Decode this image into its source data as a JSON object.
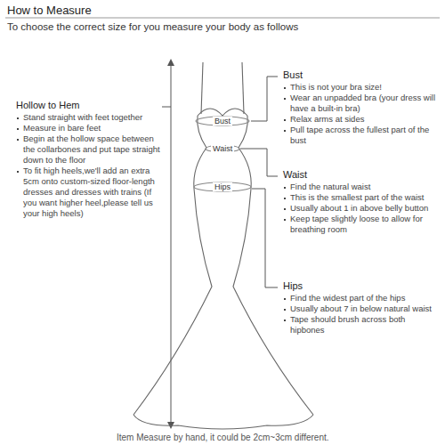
{
  "diagram": {
    "title": "How to Measure",
    "caption": "Item Measure by hand, it could be 2cm~3cm different.",
    "labels": [
      "To choose the correct size for you measure your body as follows",
      "Hollow to Hem",
      "Stand straight with feet together",
      "Measure in bare feet",
      "Begin at the hollow space between the collarbones and put tape straight down to the floor",
      "To fit high heels,we'll add an extra 5cm onto custom-sized floor-length dresses and dresses with trains (If you want higher heel,please tell us your high heels)",
      "Bust",
      "This is not your bra size!",
      "Wear an unpadded bra (your dress will have a built-in bra)",
      "Relax arms at sides",
      "Pull tape across the fullest part of the bust",
      "Waist",
      "Find the natural waist",
      "This is the smallest part of the waist",
      "Usually about 1 in above belly button",
      "Keep tape slightly loose to allow for breathing room",
      "Hips",
      "Find the widest part of the hips",
      "Usually about 7 in below natural waist",
      "Tape should brush across both hipbones",
      "Bust",
      "Waist",
      "Hips"
    ]
  }
}
